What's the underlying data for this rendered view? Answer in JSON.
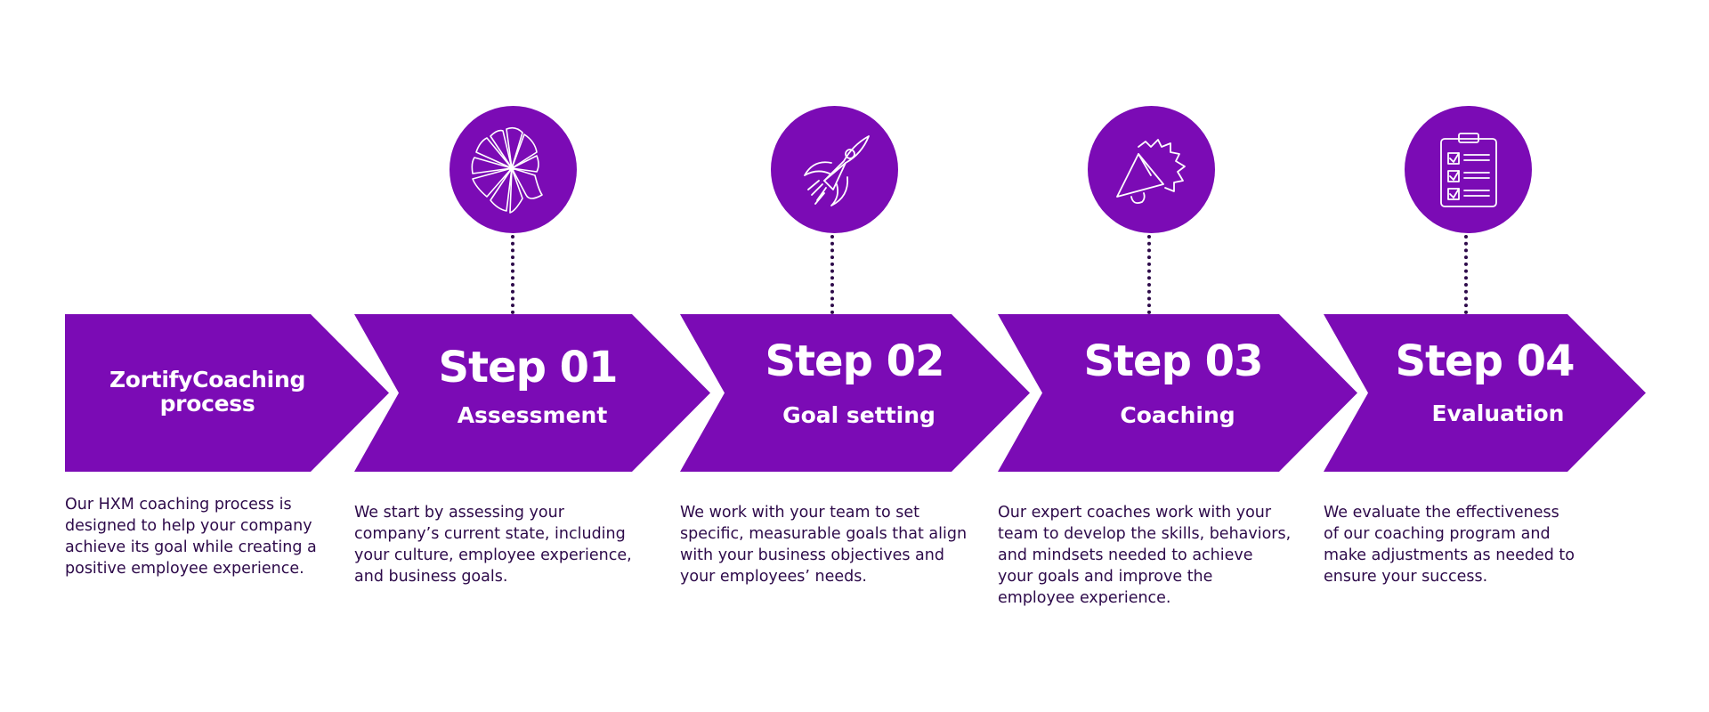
{
  "intro": {
    "title_line1": "ZortifyCoaching",
    "title_line2": "process",
    "description": "Our HXM coaching process is designed to help your company achieve its goal while creating a positive employee experience."
  },
  "steps": [
    {
      "title": "Step 01",
      "subtitle": "Assessment",
      "icon": "radial-segments-icon",
      "description": "We start by assessing your company’s current state, including your culture, employee experience, and business goals."
    },
    {
      "title": "Step 02",
      "subtitle": "Goal setting",
      "icon": "rocket-icon",
      "description": "We work with your team to set specific, measurable goals that align with your business objectives and your employees’ needs."
    },
    {
      "title": "Step 03",
      "subtitle": "Coaching",
      "icon": "megaphone-icon",
      "description": "Our expert coaches work with your team to develop the skills, behaviors, and mindsets needed to achieve your goals and improve the employee experience."
    },
    {
      "title": "Step 04",
      "subtitle": "Evaluation",
      "icon": "checklist-clipboard-icon",
      "description": "We evaluate the effectiveness of our coaching program and make adjustments as needed to ensure your success."
    }
  ],
  "colors": {
    "primary_purple": "#7b0bb5",
    "text_dark": "#2d0a4a",
    "background": "#ffffff"
  }
}
